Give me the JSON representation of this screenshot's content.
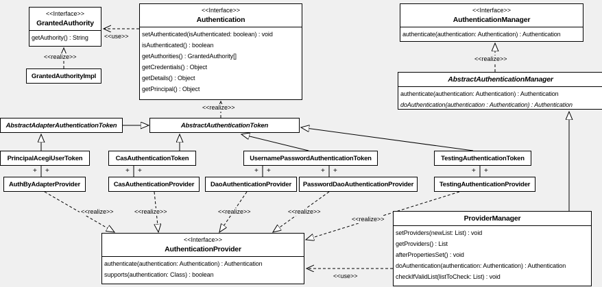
{
  "diagram": {
    "title": "Acegi Security authentication UML class diagram",
    "colors": {
      "background": "#f0f0f0",
      "box_fill": "#ffffff",
      "line": "#000000"
    },
    "labels": {
      "use": "<<use>>",
      "realize": "<<realize>>",
      "plus": "+"
    },
    "classes": {
      "granted_authority": {
        "stereotype": "<<Interface>>",
        "name": "GrantedAuthority",
        "methods": [
          "getAuthority() : String"
        ]
      },
      "granted_authority_impl": {
        "name": "GrantedAuthorityImpl"
      },
      "authentication": {
        "stereotype": "<<Interface>>",
        "name": "Authentication",
        "methods": [
          "setAuthenticated(isAuthenticated: boolean) : void",
          "isAuthenticated() : boolean",
          "getAuthorities() : GrantedAuthority[]",
          "getCredentials() : Object",
          "getDetails() : Object",
          "getPrincipal() : Object"
        ]
      },
      "authentication_manager": {
        "stereotype": "<<Interface>>",
        "name": "AuthenticationManager",
        "methods": [
          "authenticate(authentication: Authentication) : Authentication"
        ]
      },
      "abstract_authentication_manager": {
        "name": "AbstractAuthenticationManager",
        "methods": [
          "authenticate(authentication: Authentication) : Authentication",
          "doAuthentication(authentication : Authentication) : Authentication"
        ]
      },
      "abstract_adapter_authentication_token": {
        "name": "AbstractAdapterAuthenticationToken"
      },
      "abstract_authentication_token": {
        "name": "AbstractAuthenticationToken"
      },
      "principal_acegi_user_token": {
        "name": "PrincipalAcegiUserToken"
      },
      "cas_authentication_token": {
        "name": "CasAuthenticationToken"
      },
      "username_password_authentication_token": {
        "name": "UsernamePasswordAuthenticationToken"
      },
      "testing_authentication_token": {
        "name": "TestingAuthenticationToken"
      },
      "auth_by_adapter_provider": {
        "name": "AuthByAdapterProvider"
      },
      "cas_authentication_provider": {
        "name": "CasAuthenticationProvider"
      },
      "dao_authentication_provider": {
        "name": "DaoAuthenticationProvider"
      },
      "password_dao_authentication_provider": {
        "name": "PasswordDaoAuthenticationProvider"
      },
      "testing_authentication_provider": {
        "name": "TestingAuthenticationProvider"
      },
      "authentication_provider": {
        "stereotype": "<<Interface>>",
        "name": "AuthenticationProvider",
        "methods": [
          "authenticate(authentication: Authentication) : Authentication",
          "supports(authentication: Class) : boolean"
        ]
      },
      "provider_manager": {
        "name": "ProviderManager",
        "methods": [
          "setProviders(newList: List) : void",
          "getProviders() : List",
          "afterPropertiesSet() : void",
          "doAuthentication(authentication: Authentication) : Authentication",
          "checkIfValidList(listToCheck: List) : void"
        ]
      }
    }
  }
}
